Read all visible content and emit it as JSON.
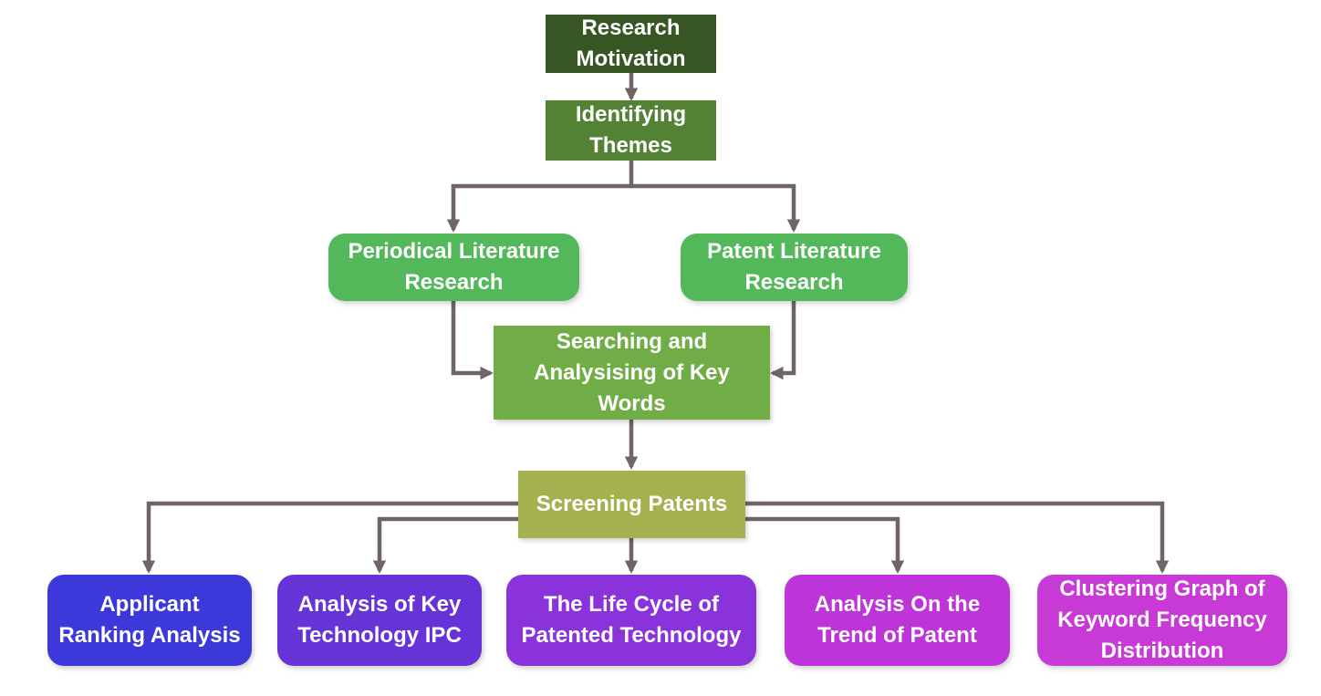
{
  "nodes": {
    "research_motivation": {
      "label": "Research Motivation",
      "color": "#375623"
    },
    "identifying_themes": {
      "label": "Identifying Themes",
      "color": "#548235"
    },
    "periodical_literature": {
      "label": "Periodical Literature Research",
      "color": "#53b85a"
    },
    "patent_literature": {
      "label": "Patent Literature Research",
      "color": "#53b85a"
    },
    "searching_keywords": {
      "label": "Searching and Analysising of Key Words",
      "color": "#70ad47"
    },
    "screening_patents": {
      "label": "Screening Patents",
      "color": "#a5b04f"
    },
    "applicant_ranking": {
      "label": "Applicant Ranking Analysis",
      "color": "#3d38d9"
    },
    "key_technology_ipc": {
      "label": "Analysis of Key Technology IPC",
      "color": "#6533d6"
    },
    "life_cycle": {
      "label": "The Life Cycle of Patented Technology",
      "color": "#8a33da"
    },
    "trend_of_patent": {
      "label": "Analysis On the Trend of Patent",
      "color": "#bd35d8"
    },
    "clustering_graph": {
      "label": "Clustering Graph of Keyword Frequency Distribution",
      "color": "#c83ad6"
    }
  },
  "connector_color": "#6f6466"
}
